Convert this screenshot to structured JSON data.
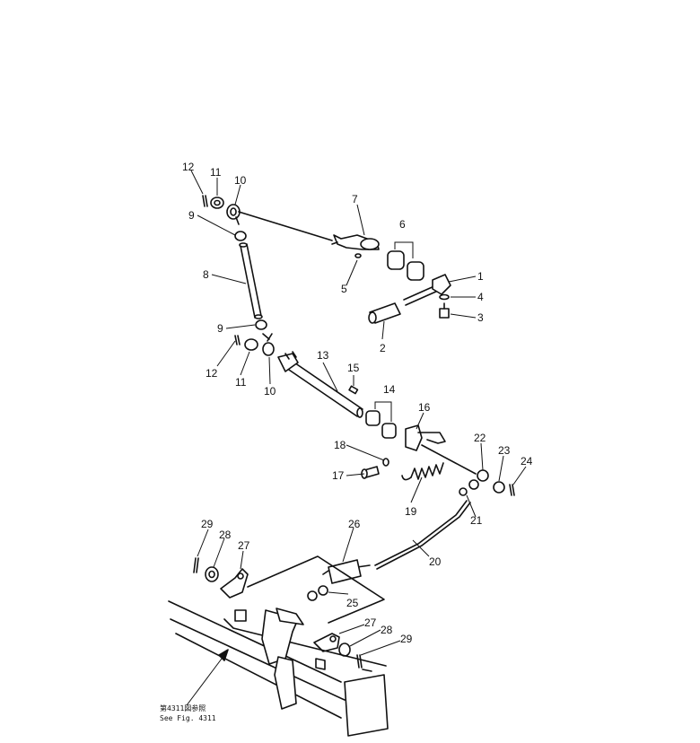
{
  "callouts": [
    "1",
    "2",
    "3",
    "4",
    "5",
    "6",
    "7",
    "8",
    "9",
    "10",
    "11",
    "12",
    "13",
    "14",
    "15",
    "16",
    "17",
    "18",
    "19",
    "20",
    "21",
    "22",
    "23",
    "24",
    "25",
    "26",
    "27",
    "28",
    "29"
  ],
  "reference_note": {
    "line1": "第4311図参照",
    "line2": "See  Fig. 4311"
  }
}
